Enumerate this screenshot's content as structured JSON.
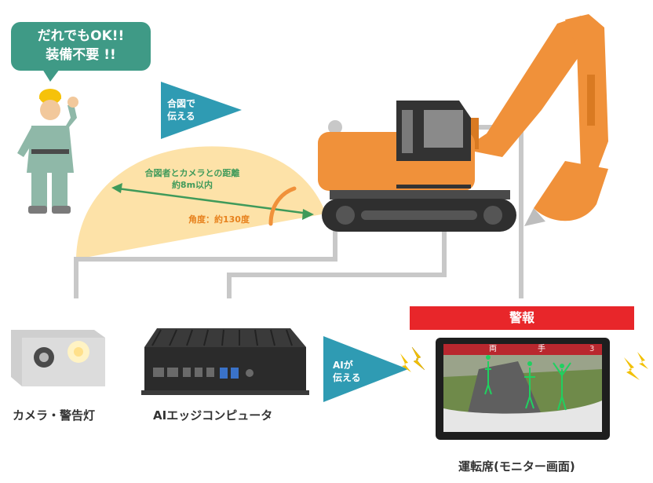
{
  "speech_bubble": {
    "line1": "だれでもOK!!",
    "line2": "装備不要 !!"
  },
  "arrow_signal": {
    "line1": "合図で",
    "line2": "伝える"
  },
  "arrow_ai": {
    "line1": "AIが",
    "line2": "伝える"
  },
  "range": {
    "distance_line1": "合図者とカメラとの距離",
    "distance_line2": "約8m以内",
    "angle": "角度：約130度"
  },
  "alarm_banner": "警報",
  "monitor_header": {
    "left": "両",
    "center": "手",
    "right": "3"
  },
  "captions": {
    "camera": "カメラ・警告灯",
    "computer": "AIエッジコンピュータ",
    "monitor": "運転席(モニター画面)"
  },
  "colors": {
    "teal": "#2f9bb3",
    "speech": "#3f9a86",
    "orange": "#f0913a",
    "sector": "#fde2a8",
    "alarm_red": "#e8262a",
    "cable": "#c8c8c8",
    "green": "#3f9a5a"
  }
}
